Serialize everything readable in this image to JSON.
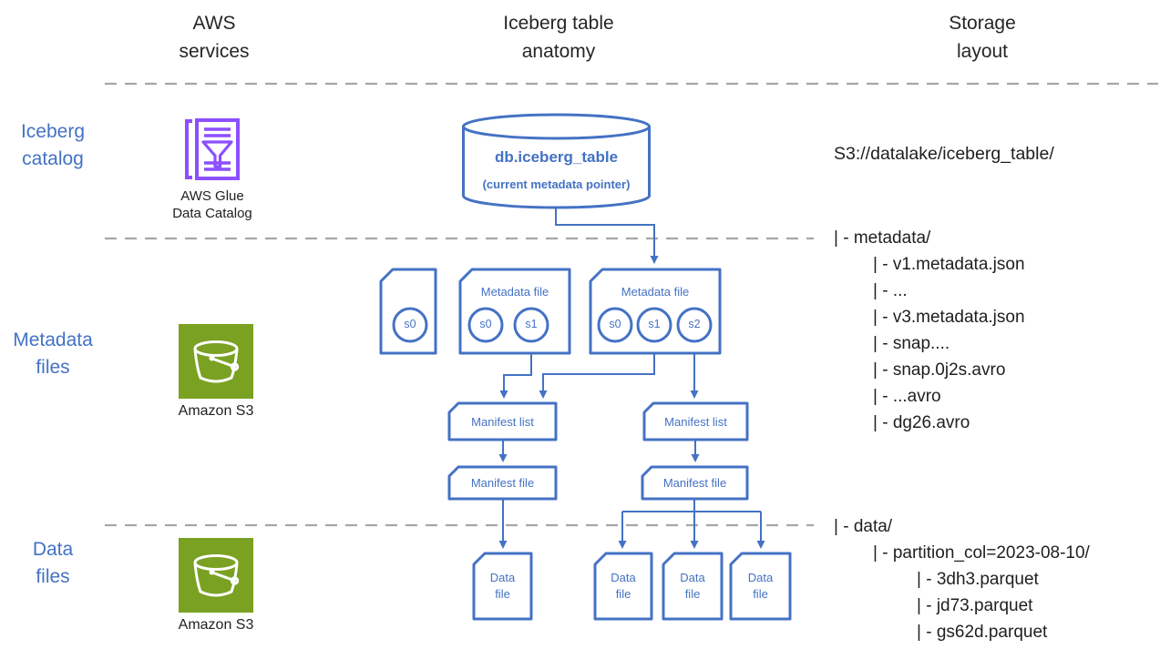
{
  "colors": {
    "accent_blue": "#4472C4",
    "glue_purple": "#8C4FFF",
    "s3_green": "#7AA122",
    "dash_gray": "#A6A6A6",
    "text_dark": "#1F1F1F"
  },
  "columns": {
    "services": "AWS\nservices",
    "anatomy": "Iceberg table\nanatomy",
    "storage": "Storage\nlayout"
  },
  "row_labels": {
    "catalog": "Iceberg\ncatalog",
    "metadata": "Metadata\nfiles",
    "data": "Data\nfiles"
  },
  "icons": {
    "glue_caption": "AWS Glue\nData Catalog",
    "s3_caption_metadata": "Amazon S3",
    "s3_caption_data": "Amazon S3"
  },
  "catalog": {
    "table_name": "db.iceberg_table",
    "pointer_note": "(current metadata pointer)",
    "storage_path": "S3://datalake/iceberg_table/"
  },
  "metadata_files": {
    "file1": {
      "snapshots": [
        "s0"
      ]
    },
    "file2": {
      "label": "Metadata file",
      "snapshots": [
        "s0",
        "s1"
      ]
    },
    "file3": {
      "label": "Metadata file",
      "snapshots": [
        "s0",
        "s1",
        "s2"
      ]
    }
  },
  "manifest_lists": {
    "left": "Manifest list",
    "right": "Manifest list"
  },
  "manifest_files": {
    "left": "Manifest file",
    "right": "Manifest file"
  },
  "data_files": {
    "labels": [
      "Data\nfile",
      "Data\nfile",
      "Data\nfile",
      "Data\nfile"
    ]
  },
  "storage_layout": {
    "metadata_tree": [
      {
        "text": "| - metadata/",
        "indent": 0
      },
      {
        "text": "| - v1.metadata.json",
        "indent": 1
      },
      {
        "text": "| - ...",
        "indent": 1
      },
      {
        "text": "| - v3.metadata.json",
        "indent": 1
      },
      {
        "text": "| - snap....",
        "indent": 1
      },
      {
        "text": "| - snap.0j2s.avro",
        "indent": 1
      },
      {
        "text": "| - ...avro",
        "indent": 1
      },
      {
        "text": "| - dg26.avro",
        "indent": 1
      }
    ],
    "data_tree": [
      {
        "text": "| - data/",
        "indent": 0
      },
      {
        "text": "| - partition_col=2023-08-10/",
        "indent": 1
      },
      {
        "text": "| - 3dh3.parquet",
        "indent": 2
      },
      {
        "text": "| - jd73.parquet",
        "indent": 2
      },
      {
        "text": "| - gs62d.parquet",
        "indent": 2
      }
    ]
  }
}
